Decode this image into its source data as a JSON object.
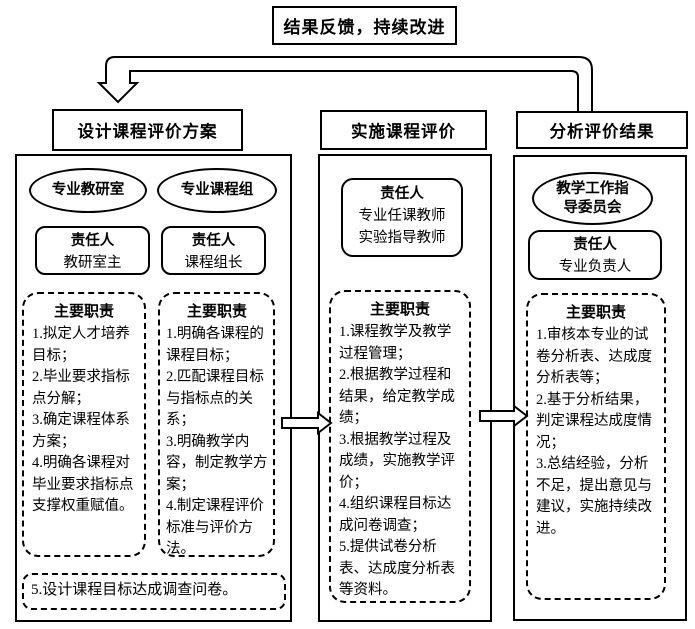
{
  "banner": {
    "label": "结果反馈，持续改进"
  },
  "columns": [
    {
      "header": "设计课程评价方案",
      "orgs": [
        {
          "name": "专业教研室",
          "responsible_title": "责任人",
          "responsible_person": "教研室主",
          "duties_title": "主要职责",
          "duties": "1.拟定人才培养目标；\n2.毕业要求指标点分解；\n3.确定课程体系方案；\n4.明确各课程对毕业要求指标点支撑权重赋值。"
        },
        {
          "name": "专业课程组",
          "responsible_title": "责任人",
          "responsible_person": "课程组长",
          "duties_title": "主要职责",
          "duties": "1.明确各课程的课程目标；\n2.匹配课程目标与指标点的关系；\n3.明确教学内容，制定教学方案；\n4.制定课程评价标准与评价方法。"
        }
      ],
      "footer_note": "5.设计课程目标达成调查问卷。"
    },
    {
      "header": "实施课程评价",
      "responsible_title": "责任人",
      "responsible_person": "专业任课教师\n实验指导教师",
      "duties_title": "主要职责",
      "duties": "1.课程教学及教学过程管理；\n2.根据教学过程和结果，给定教学成绩；\n3.根据教学过程及成绩，实施教学评价；\n4.组织课程目标达成问卷调查；\n5.提供试卷分析表、达成度分析表等资料。"
    },
    {
      "header": "分析评价结果",
      "org": "教学工作指导委员会",
      "responsible_title": "责任人",
      "responsible_person": "专业负责人",
      "duties_title": "主要职责",
      "duties": "1.审核本专业的试卷分析表、达成度分析表等；\n2.基于分析结果，判定课程达成度情况；\n3.总结经验，分析不足，提出意见与建议，实施持续改进。"
    }
  ],
  "colors": {
    "line": "#000000",
    "background": "#ffffff",
    "text": "#000000"
  }
}
